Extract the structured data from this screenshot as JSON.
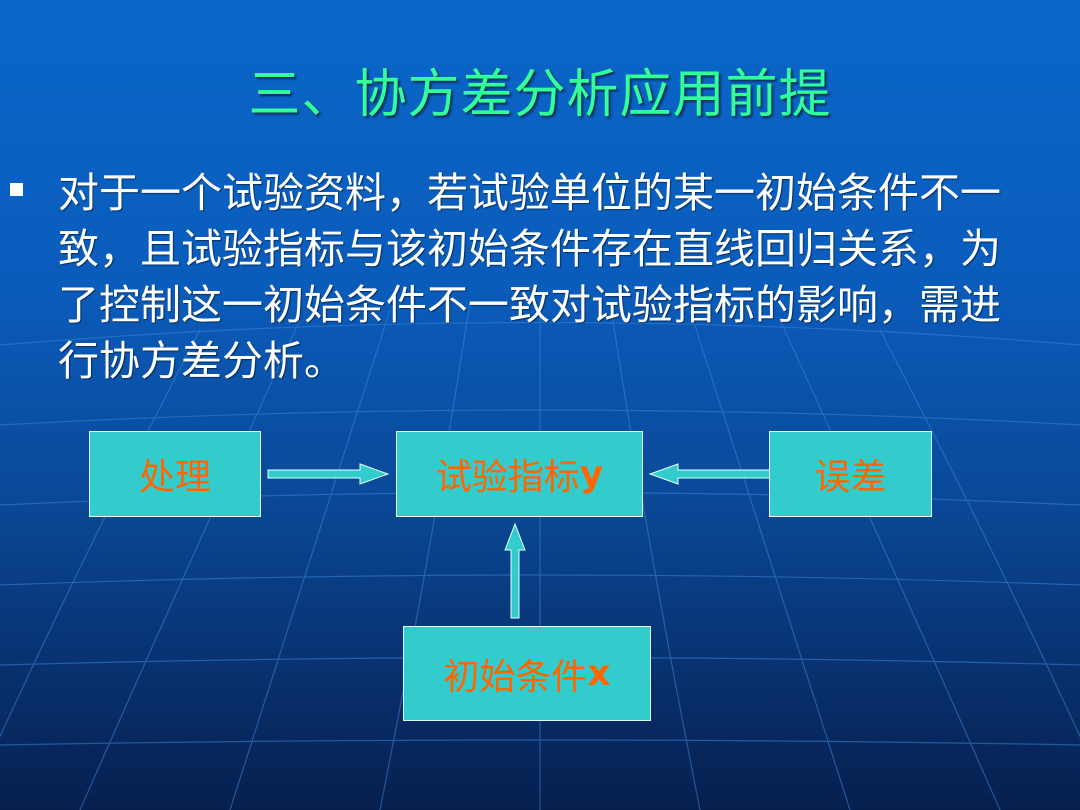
{
  "slide": {
    "title": "三、协方差分析应用前提",
    "bullet": "对于一个试验资料，若试验单位的某一初始条件不一致，且试验指标与该初始条件存在直线回归关系，为了控制这一初始条件不一致对试验指标的影响，需进行协方差分析。"
  },
  "diagram": {
    "treatment": "处理",
    "indicator": "试验指标",
    "indicator_var": "y",
    "error": "误差",
    "initial": "初始条件",
    "initial_var": "x"
  },
  "colors": {
    "title": "#33ff99",
    "box_fill": "#33cccc",
    "box_text": "#ff6600",
    "arrow": "#33cccc"
  }
}
